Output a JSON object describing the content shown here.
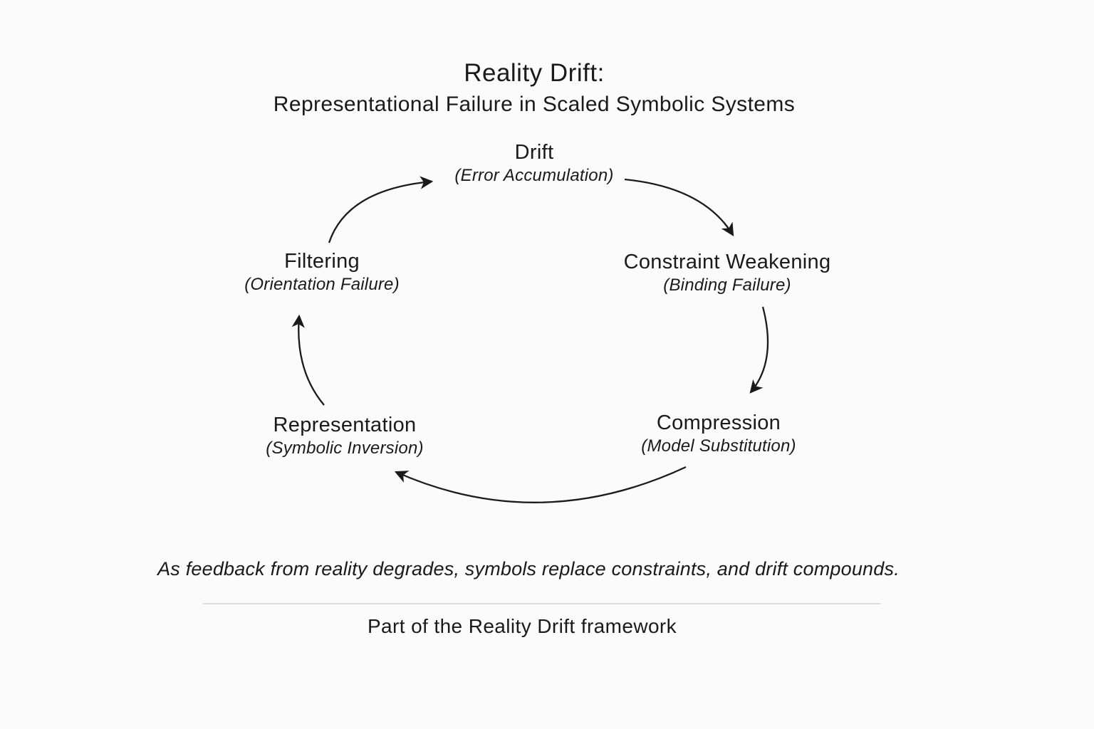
{
  "title": {
    "line1": "Reality Drift:",
    "line2": "Representational Failure in Scaled Symbolic Systems"
  },
  "cycle": {
    "nodes": [
      {
        "id": "drift",
        "label": "Drift",
        "sublabel": "(Error Accumulation)"
      },
      {
        "id": "constraint-weakening",
        "label": "Constraint Weakening",
        "sublabel": "(Binding Failure)"
      },
      {
        "id": "compression",
        "label": "Compression",
        "sublabel": "(Model Substitution)"
      },
      {
        "id": "representation",
        "label": "Representation",
        "sublabel": "(Symbolic Inversion)"
      },
      {
        "id": "filtering",
        "label": "Filtering",
        "sublabel": "(Orientation Failure)"
      }
    ],
    "arrows": [
      {
        "from": "filtering",
        "to": "drift"
      },
      {
        "from": "drift",
        "to": "constraint-weakening"
      },
      {
        "from": "constraint-weakening",
        "to": "compression"
      },
      {
        "from": "compression",
        "to": "representation"
      },
      {
        "from": "representation",
        "to": "filtering"
      }
    ]
  },
  "caption": "As feedback from reality degrades, symbols replace constraints, and drift compounds.",
  "footer": "Part of the Reality Drift framework",
  "colors": {
    "background": "#fbfbfb",
    "text": "#1a1a1a",
    "divider": "#dcdcdc"
  }
}
